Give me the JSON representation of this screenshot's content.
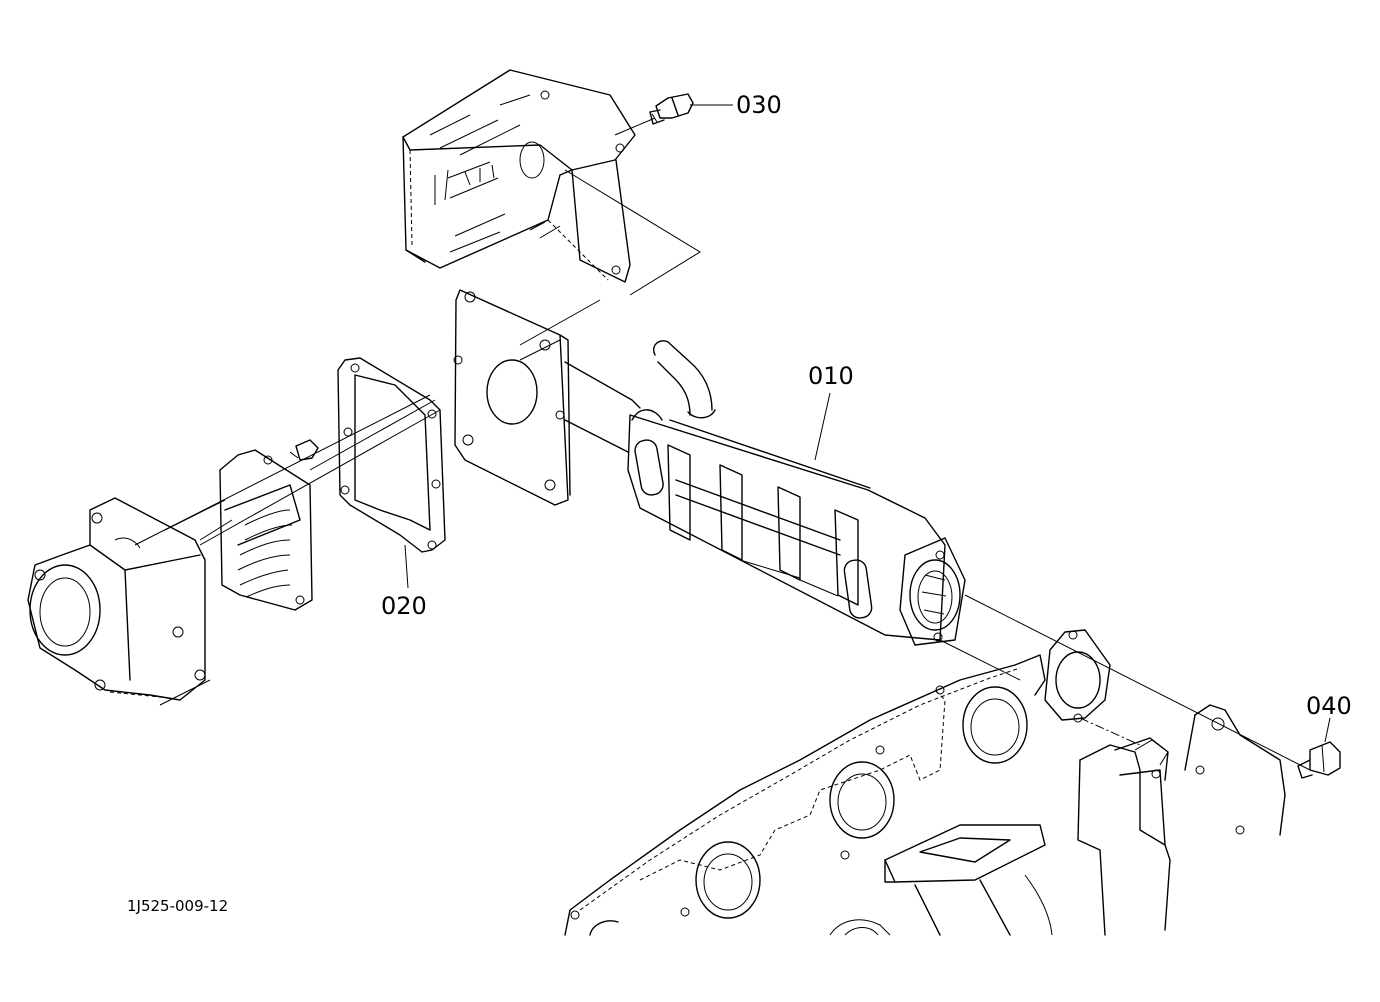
{
  "diagram": {
    "reference_code": "1J525-009-12",
    "callouts": [
      {
        "id": "010",
        "label": "010"
      },
      {
        "id": "020",
        "label": "020"
      },
      {
        "id": "030",
        "label": "030"
      },
      {
        "id": "040",
        "label": "040"
      }
    ]
  }
}
